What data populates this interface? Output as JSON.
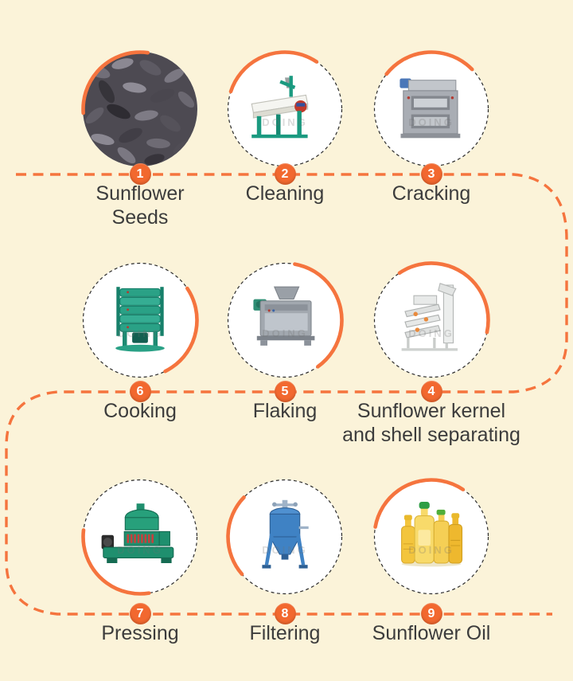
{
  "flow": {
    "watermark": "DOING",
    "colors": {
      "background": "#fbf3d9",
      "accent_orange": "#f5743e",
      "badge_orange": "#f2682f",
      "label_text": "#3c3c3c",
      "ring_dash": "#2d2d2d"
    },
    "steps": [
      {
        "number": "1",
        "label": "Sunflower\nSeeds",
        "image": "sunflower-seeds-photo"
      },
      {
        "number": "2",
        "label": "Cleaning",
        "image": "cleaning-machine-photo"
      },
      {
        "number": "3",
        "label": "Cracking",
        "image": "cracking-machine-photo"
      },
      {
        "number": "4",
        "label": "Sunflower kernel\nand shell separating",
        "image": "kernel-shell-separating-machine-photo"
      },
      {
        "number": "5",
        "label": "Flaking",
        "image": "flaking-machine-photo"
      },
      {
        "number": "6",
        "label": "Cooking",
        "image": "cooking-machine-photo"
      },
      {
        "number": "7",
        "label": "Pressing",
        "image": "oil-press-machine-photo"
      },
      {
        "number": "8",
        "label": "Filtering",
        "image": "oil-filter-machine-photo"
      },
      {
        "number": "9",
        "label": "Sunflower Oil",
        "image": "sunflower-oil-bottles-photo"
      }
    ]
  }
}
